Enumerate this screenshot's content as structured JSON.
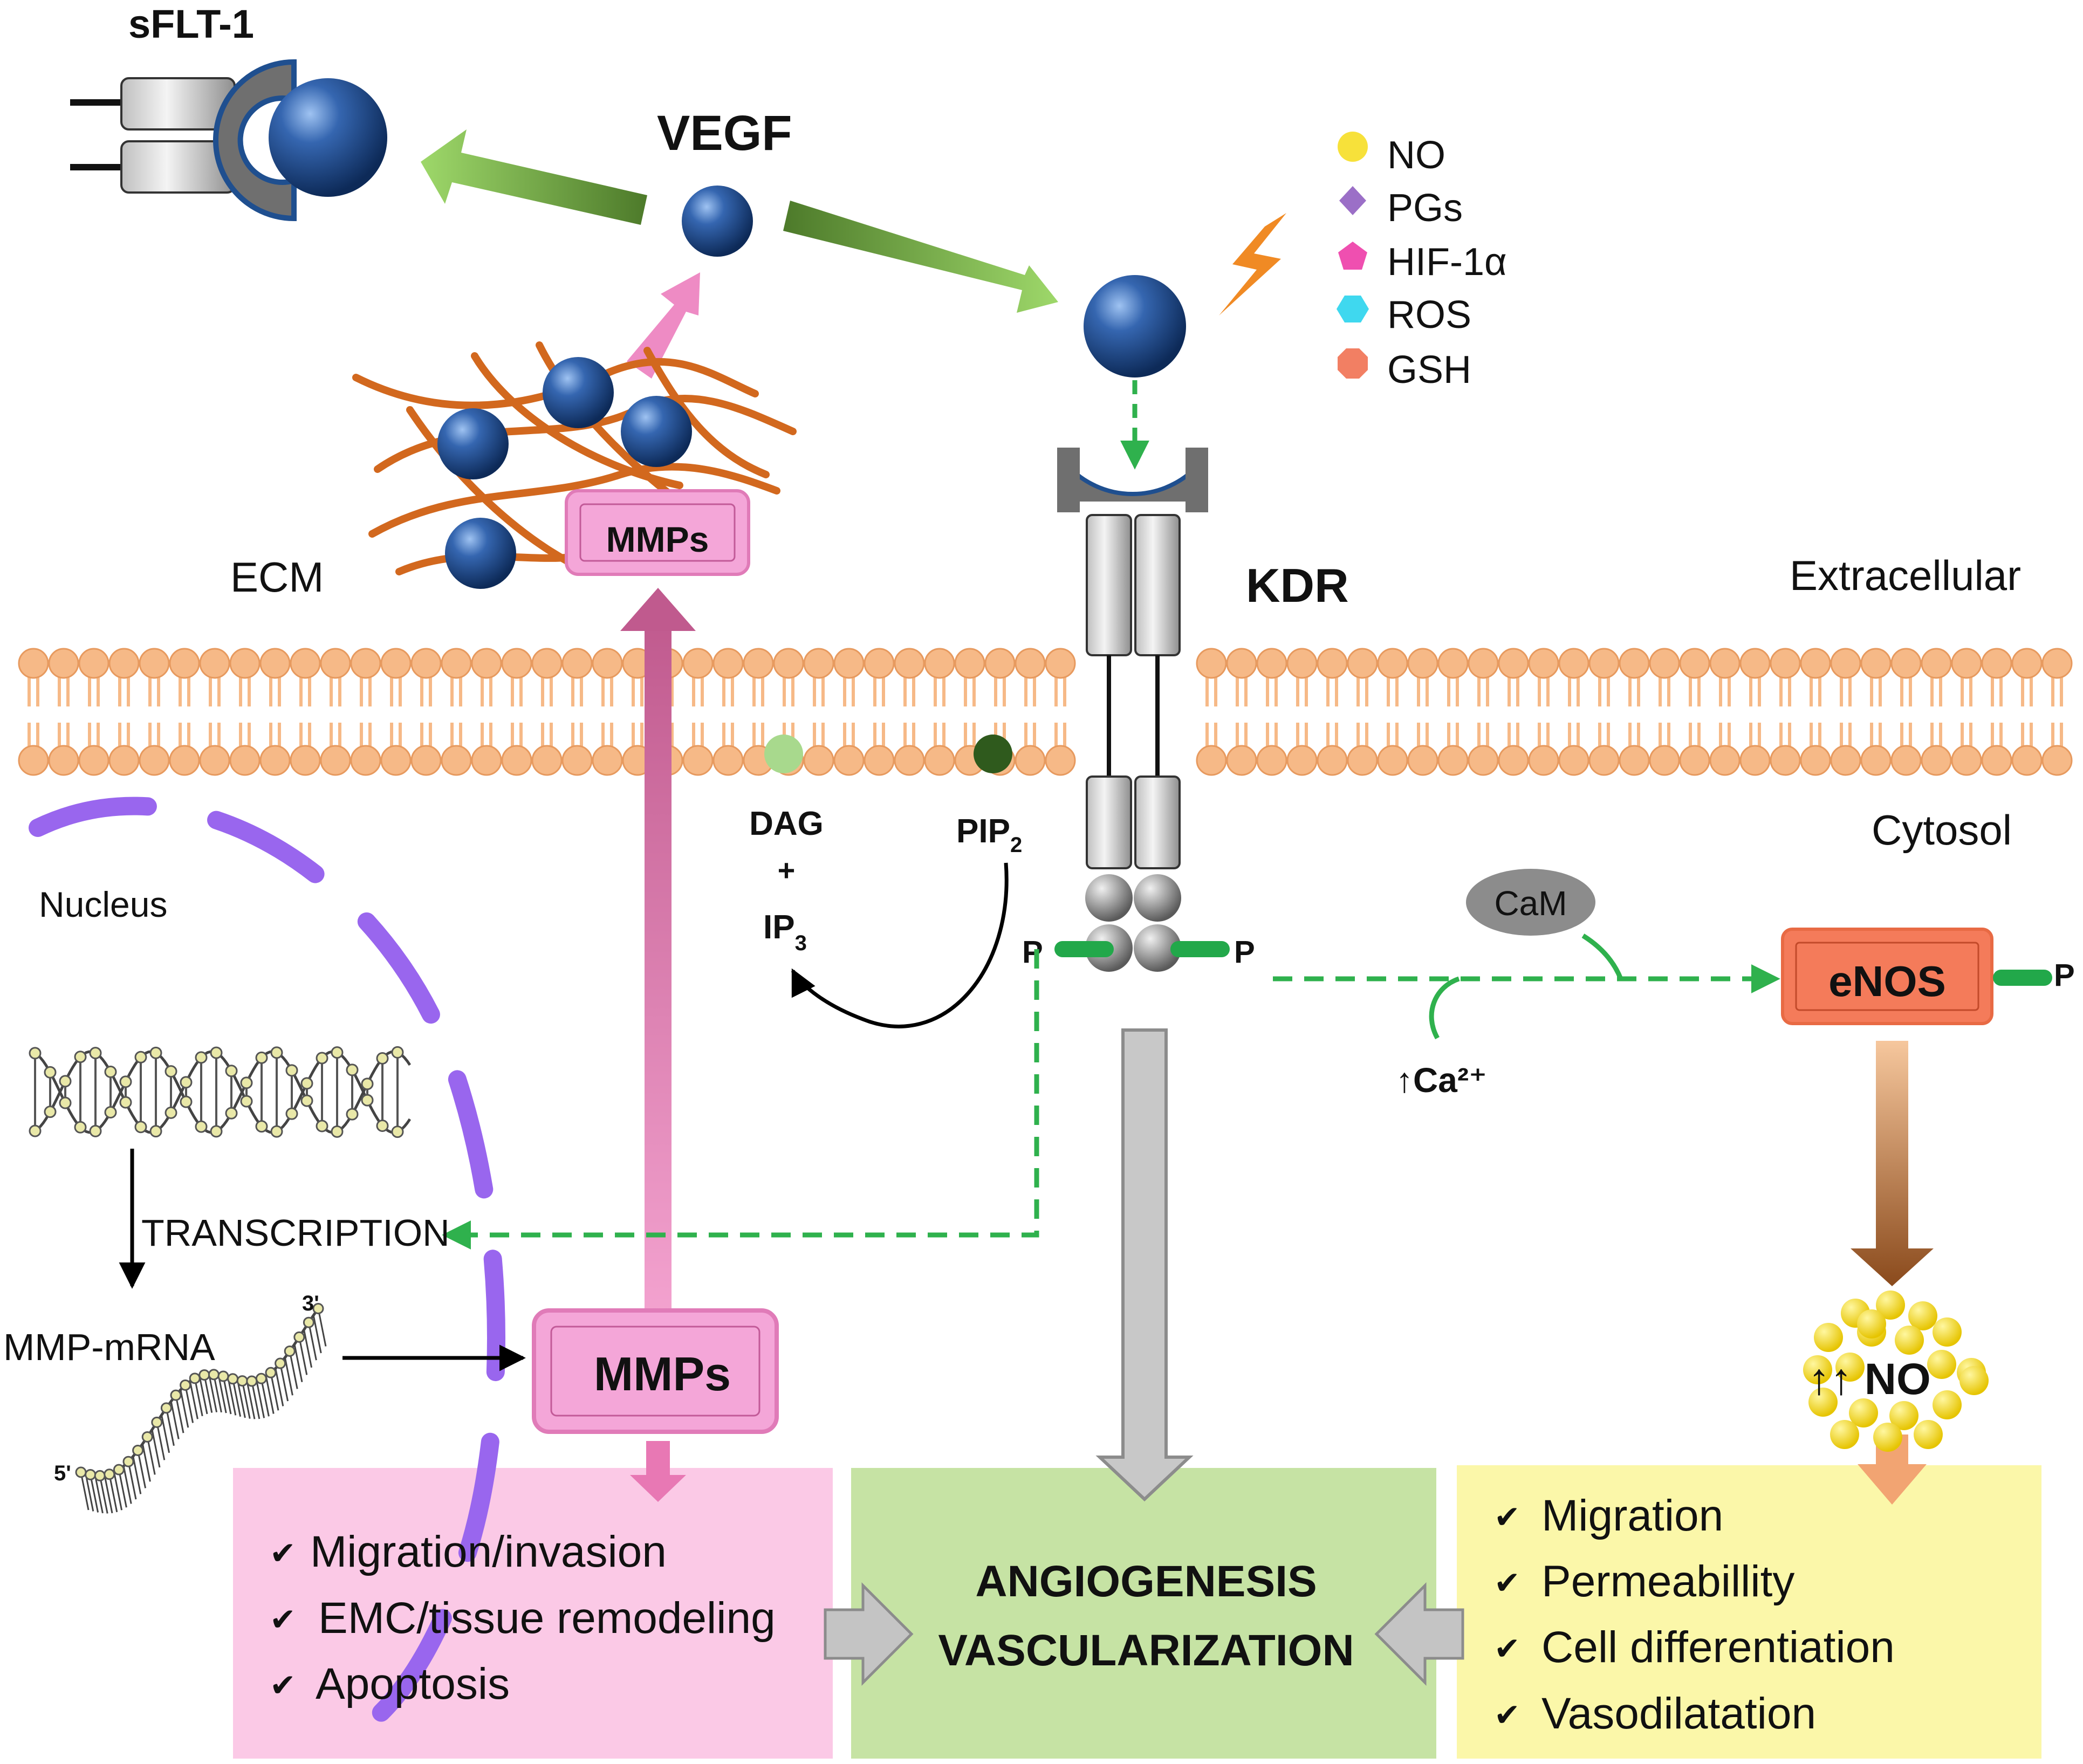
{
  "labels": {
    "sflt1": "sFLT-1",
    "vegf": "VEGF",
    "ecm": "ECM",
    "mmps_top": "MMPs",
    "kdr": "KDR",
    "extracellular": "Extracellular",
    "cytosol": "Cytosol",
    "nucleus": "Nucleus",
    "dag": "DAG",
    "plus": "+",
    "ip": "IP",
    "ip_sub": "3",
    "pip": "PIP",
    "pip_sub": "2",
    "p_left": "P",
    "p_right": "P",
    "p_enos": "P",
    "cam": "CaM",
    "enos": "eNOS",
    "ca": "↑Ca²⁺",
    "transcription": "TRANSCRIPTION",
    "mmp_mrna": "MMP-mRNA",
    "three_prime": "3'",
    "five_prime": "5'",
    "mmps_bottom": "MMPs",
    "no_increase": "↑↑ NO"
  },
  "legend": [
    {
      "label": "NO",
      "shape": "circle",
      "color": "#f7e13a"
    },
    {
      "label": "PGs",
      "shape": "diamond",
      "color": "#9b6fc7"
    },
    {
      "label": "HIF-1α",
      "shape": "pentagon",
      "color": "#ef4fb0"
    },
    {
      "label": "ROS",
      "shape": "hexagon",
      "color": "#3fd8ef"
    },
    {
      "label": "GSH",
      "shape": "octagon",
      "color": "#f27f63"
    }
  ],
  "outcomes": {
    "left": [
      "Migration/invasion",
      "EMC/tissue remodeling",
      "Apoptosis"
    ],
    "center": [
      "ANGIOGENESIS",
      "VASCULARIZATION"
    ],
    "right": [
      "Migration",
      "Permeabillity",
      "Cell differentiation",
      "Vasodilatation"
    ]
  },
  "colors": {
    "vegf_ball": "#1f4f8f",
    "membrane": "#f6b987",
    "mmps_box": "#f4a6d8",
    "left_panel": "#fbc9e6",
    "center_panel": "#c6e3a4",
    "right_panel": "#fbf7a9",
    "enos_box": "#f47b5a",
    "signal_green": "#2fb14d",
    "nucleus_purple": "#9966ee",
    "ecm_fiber": "#d2681e"
  }
}
